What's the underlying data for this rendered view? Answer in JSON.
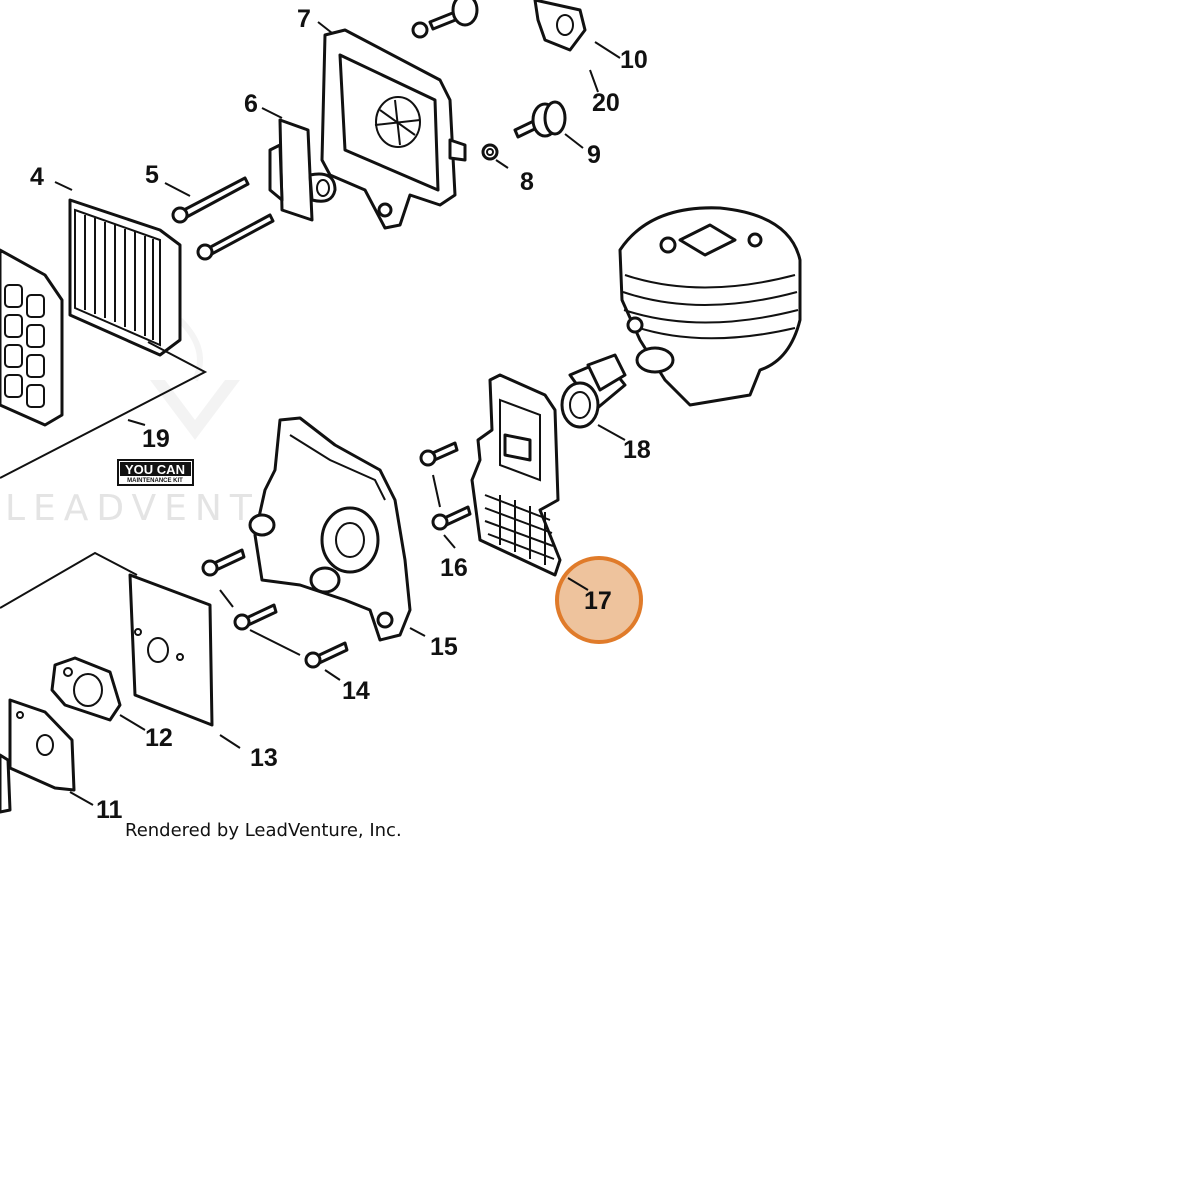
{
  "watermark": "LEADVENTURE",
  "credit": "Rendered by LeadVenture, Inc.",
  "kit_badge": {
    "main": "YOU CAN",
    "sub": "MAINTENANCE KIT"
  },
  "highlight_color": "#e07b2a",
  "labels": [
    {
      "id": "4",
      "text": "4"
    },
    {
      "id": "5",
      "text": "5"
    },
    {
      "id": "6",
      "text": "6"
    },
    {
      "id": "7",
      "text": "7"
    },
    {
      "id": "8",
      "text": "8"
    },
    {
      "id": "9",
      "text": "9"
    },
    {
      "id": "10",
      "text": "10"
    },
    {
      "id": "11",
      "text": "11"
    },
    {
      "id": "12",
      "text": "12"
    },
    {
      "id": "13",
      "text": "13"
    },
    {
      "id": "14",
      "text": "14"
    },
    {
      "id": "15",
      "text": "15"
    },
    {
      "id": "16",
      "text": "16"
    },
    {
      "id": "17",
      "text": "17",
      "highlighted": true
    },
    {
      "id": "18",
      "text": "18"
    },
    {
      "id": "19",
      "text": "19"
    },
    {
      "id": "20",
      "text": "20"
    }
  ]
}
